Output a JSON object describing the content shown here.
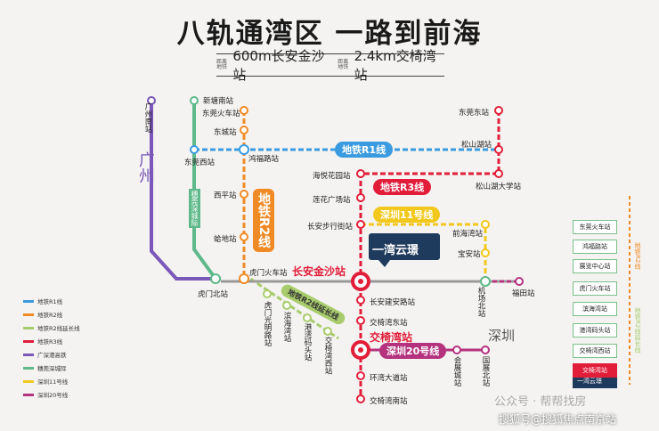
{
  "title": "八轨通湾区  一路到前海",
  "subtitle": {
    "prefix_a": "距离地铁",
    "distance_a": "600m长安金沙站",
    "prefix_b": "距离地铁",
    "distance_b": "2.4km交椅湾站"
  },
  "lines": {
    "r1": {
      "label": "地铁R1线",
      "color": "#3a9be0"
    },
    "r2": {
      "label": "地铁R2线",
      "color": "#f08a24"
    },
    "r2ext": {
      "label": "地铁R2线延长线",
      "color": "#a8cc6c"
    },
    "r3": {
      "label": "地铁R3线",
      "color": "#e21d3a"
    },
    "gsg": {
      "label": "广深港高铁",
      "color": "#7a57b8"
    },
    "gsc": {
      "label": "穗莞深城际",
      "color": "#5fb98a"
    },
    "sz11": {
      "label": "深圳11号线",
      "color": "#f2c81c"
    },
    "sz20": {
      "label": "深圳20号线",
      "color": "#b5337e"
    }
  },
  "map_labels": {
    "guangzhou_south": "广州南站",
    "guangzhou": "广州",
    "xintang_south": "新塘南站",
    "dongguan_train": "东莞火车站",
    "dongcheng": "东城站",
    "dongguan_west": "东莞西站",
    "hongfu_road": "鸿福路站",
    "suiguan_intercity": "穗莞深城际",
    "xiping": "西平站",
    "gedi": "蛤地站",
    "humen_train": "虎门火车站",
    "humen_north": "虎门北站",
    "metro_r2": "地铁R2线",
    "humen_guangchao": "虎门光明路站",
    "binhai_bay": "滨海湾站",
    "gangwan_terminal": "港湾码头站",
    "jiaoyi_west": "交椅湾西站",
    "r2_ext_tag": "地铁R2线延长线",
    "dongguan_east": "东莞东站",
    "songshan_lake_north": "松山湖站",
    "songshan_univ": "松山湖大学站",
    "haiyue_garden": "海悦花园站",
    "lianhua_square": "莲花广场站",
    "changan_walk": "长安步行街站",
    "qianhai_bay": "前海湾站",
    "baoan": "宝安站",
    "jichang_north": "机场北站",
    "fuyong": "福田站",
    "changan_jinsha": "长安金沙站",
    "changan_construction": "长安建安路站",
    "jiaoyi_east": "交椅湾东站",
    "jiaoyi_bay": "交椅湾站",
    "huanwan_road": "环湾大道站",
    "jiaoyi_south": "交椅湾南站",
    "huiyuan": "会展城站",
    "guozhan_north": "国展北站",
    "shenzhen": "深圳",
    "project": "一湾云璟"
  },
  "legend": [
    {
      "label": "地铁R1线",
      "color": "#3a9be0"
    },
    {
      "label": "地铁R2线",
      "color": "#f08a24"
    },
    {
      "label": "地铁R2线延长线",
      "color": "#a8cc6c"
    },
    {
      "label": "地铁R3线",
      "color": "#e21d3a"
    },
    {
      "label": "广深港高铁",
      "color": "#7a57b8"
    },
    {
      "label": "穗莞深城际",
      "color": "#5fb98a"
    },
    {
      "label": "深圳11号线",
      "color": "#f2c81c"
    },
    {
      "label": "深圳20号线",
      "color": "#b5337e"
    }
  ],
  "right_panel": {
    "stations": [
      "东莞火车站",
      "鸿福路站",
      "展览中心站",
      "虎门火车站",
      "滨海湾站",
      "港湾码头站",
      "交椅湾西站",
      "交椅湾站",
      "一湾云璟"
    ],
    "line_a": "地铁R2线",
    "line_b": "地铁R2线延长线"
  },
  "footer": {
    "gzh": "公众号 · 帮帮找房",
    "watermark": "搜狐号@搜狐焦点南京站"
  }
}
